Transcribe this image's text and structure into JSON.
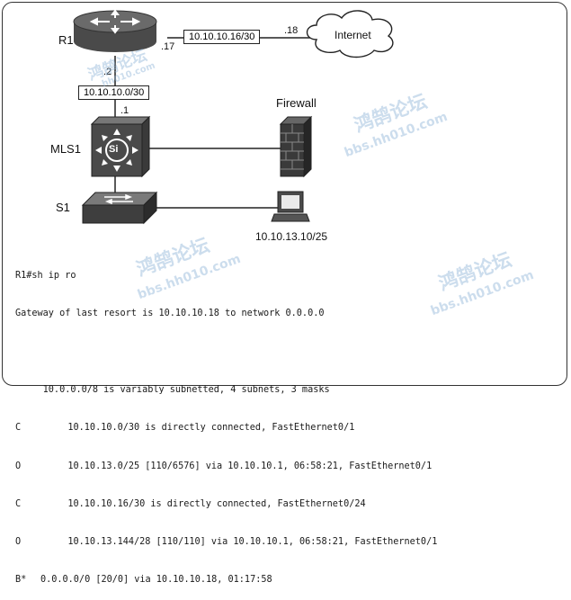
{
  "topology": {
    "devices": {
      "r1": "R1",
      "internet": "Internet",
      "mls1": "MLS1",
      "s1": "S1",
      "firewall": "Firewall",
      "host_ip": "10.10.13.10/25",
      "switch_glyph": "Si"
    },
    "subnets": {
      "wan": "10.10.10.16/30",
      "lan": "10.10.10.0/30"
    },
    "ports": {
      "r1_wan": ".17",
      "internet_wan": ".18",
      "r1_lan": ".2",
      "mls1_lan": ".1"
    }
  },
  "cli": {
    "prompt": "R1#sh ip ro",
    "gateway": "Gateway of last resort is 10.10.10.18 to network 0.0.0.0",
    "summary": "     10.0.0.0/8 is variably subnetted, 4 subnets, 3 masks",
    "routes": [
      {
        "code": "C",
        "text": "   10.10.10.0/30 is directly connected, FastEthernet0/1"
      },
      {
        "code": "O",
        "text": "   10.10.13.0/25 [110/6576] via 10.10.10.1, 06:58:21, FastEthernet0/1"
      },
      {
        "code": "C",
        "text": "   10.10.10.16/30 is directly connected, FastEthernet0/24"
      },
      {
        "code": "O",
        "text": "   10.10.13.144/28 [110/110] via 10.10.10.1, 06:58:21, FastEthernet0/1"
      },
      {
        "code": "B*",
        "text": "0.0.0.0/0 [20/0] via 10.10.10.18, 01:17:58"
      }
    ]
  },
  "watermark": {
    "cn": "鸿鹄论坛",
    "site": "bbs.hh010.com",
    "site_short": "hh010.com"
  }
}
